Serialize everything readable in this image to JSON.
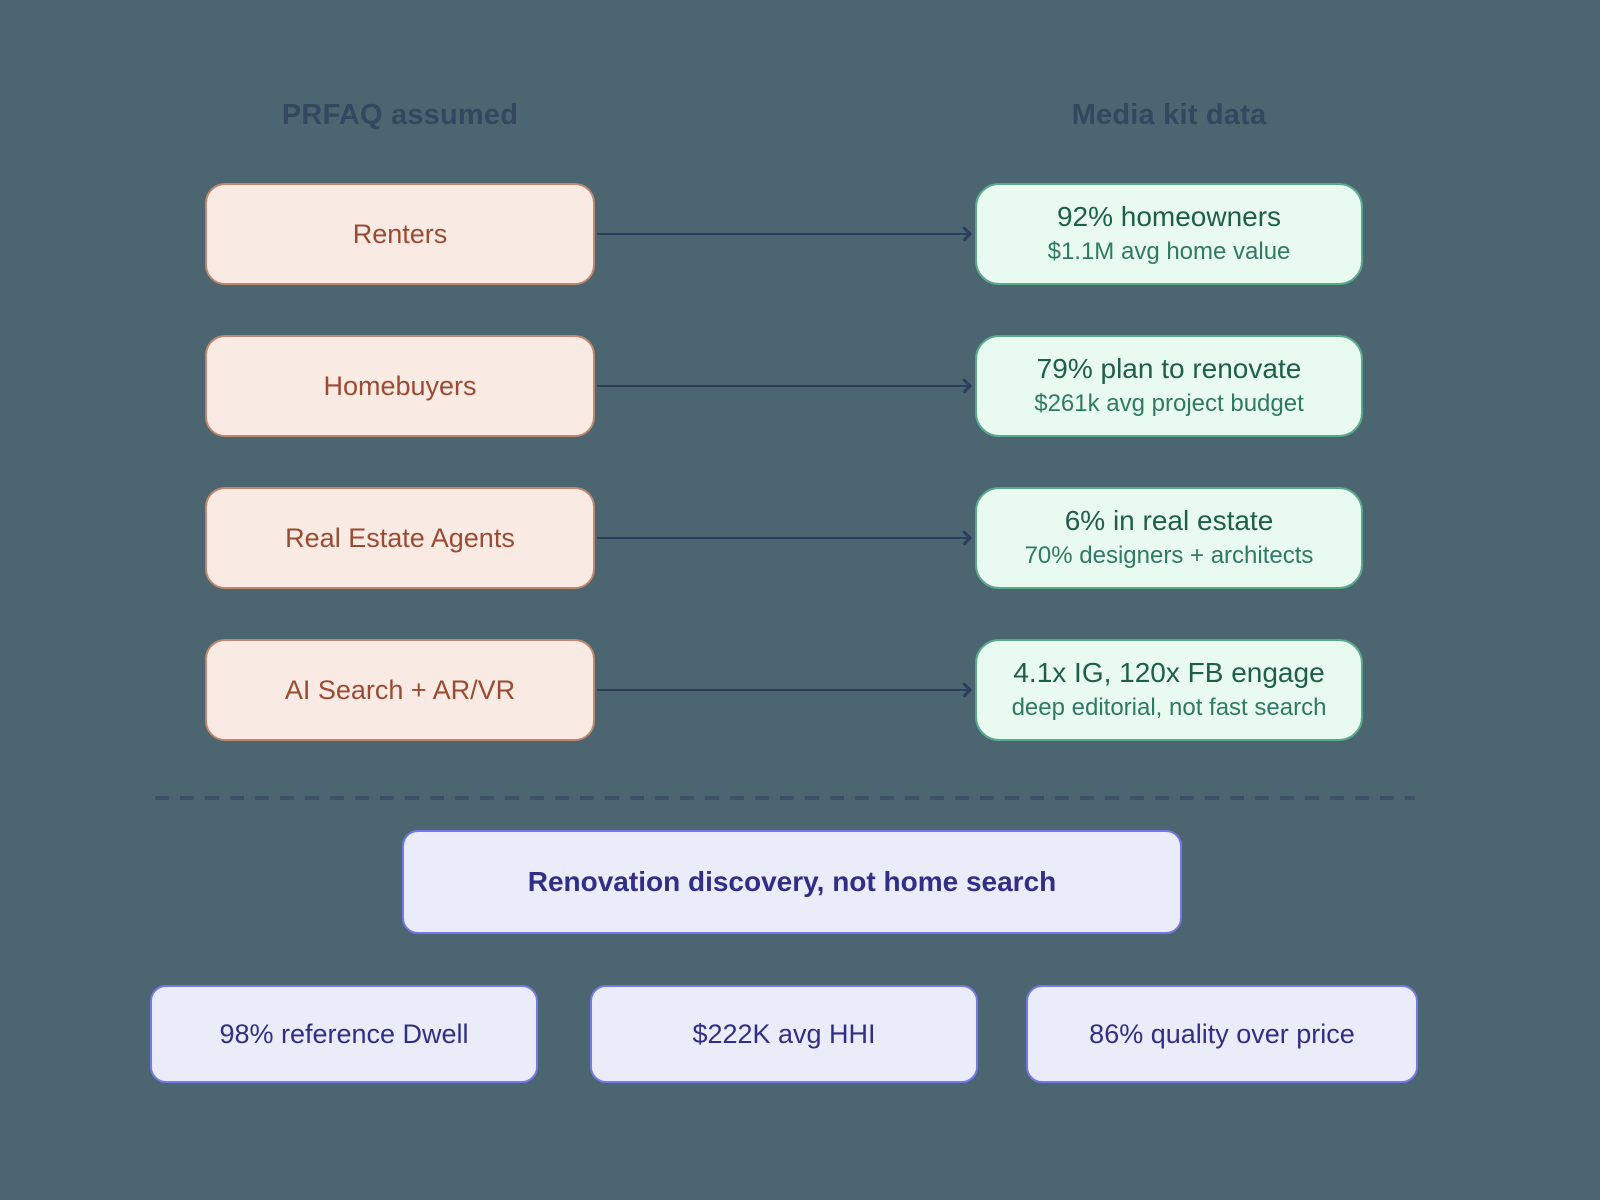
{
  "headers": {
    "left": "PRFAQ assumed",
    "right": "Media kit data"
  },
  "rows": [
    {
      "assumed": "Renters",
      "actual_title": "92% homeowners",
      "actual_sub": "$1.1M avg home value"
    },
    {
      "assumed": "Homebuyers",
      "actual_title": "79% plan to renovate",
      "actual_sub": "$261k avg project budget"
    },
    {
      "assumed": "Real Estate Agents",
      "actual_title": "6% in real estate",
      "actual_sub": "70% designers + architects"
    },
    {
      "assumed": "AI Search + AR/VR",
      "actual_title": "4.1x IG, 120x FB engage",
      "actual_sub": "deep editorial, not fast search"
    }
  ],
  "conclusion": {
    "main": "Renovation discovery, not home search",
    "stats": [
      "98% reference Dwell",
      "$222K avg HHI",
      "86% quality over price"
    ]
  },
  "colors": {
    "background": "#4b6670",
    "header_text": "#33475f",
    "assumed_fill": "#f9eae4",
    "assumed_border": "#c0886f",
    "assumed_text": "#9c4b33",
    "mediakit_fill": "#e9faf1",
    "mediakit_border": "#5ba98b",
    "mediakit_title_text": "#1d5f4b",
    "mediakit_sub_text": "#2f7a63",
    "arrow": "#2e3d5c",
    "divider": "#3e5065",
    "conclusion_fill": "#eaecfa",
    "conclusion_border": "#7678e8",
    "conclusion_text": "#312e87"
  }
}
